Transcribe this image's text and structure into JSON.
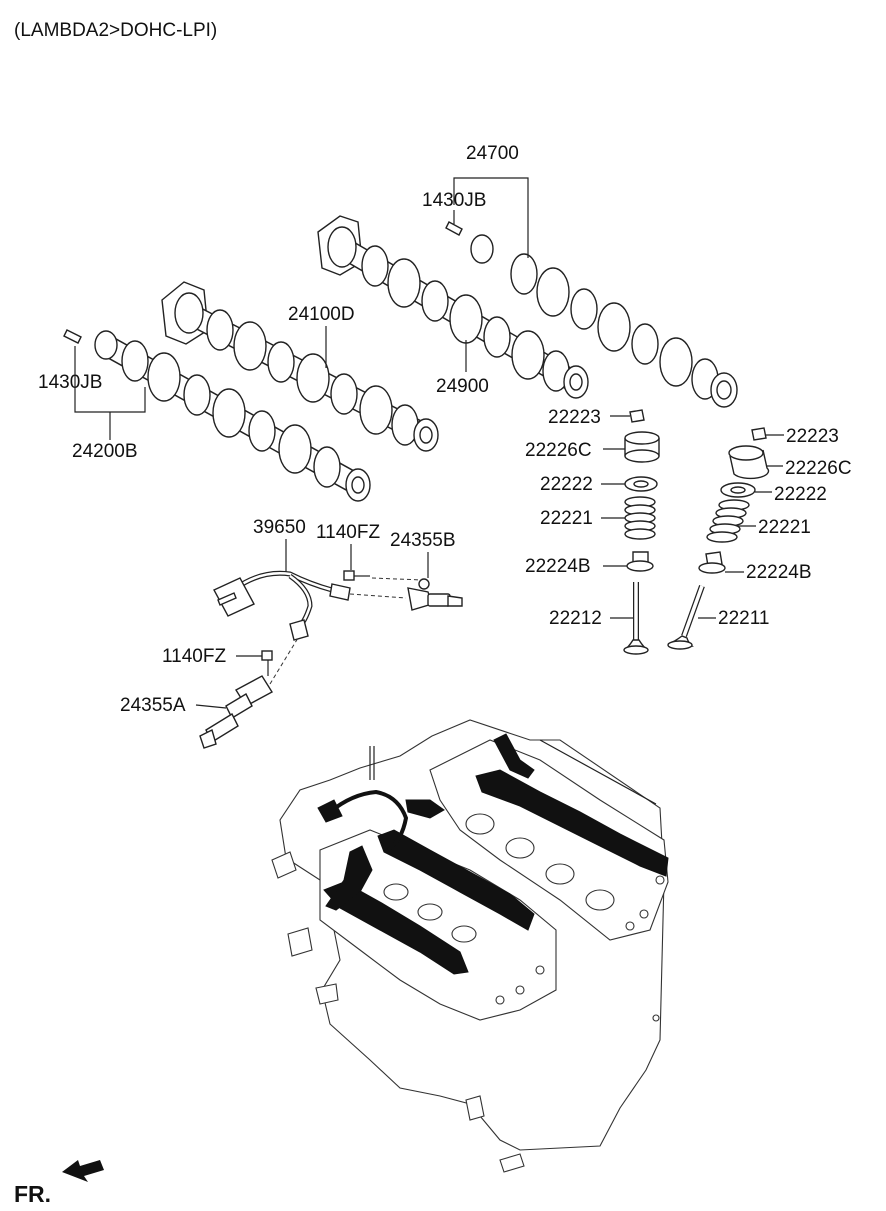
{
  "header": {
    "title": "(LAMBDA2>DOHC-LPI)"
  },
  "footer": {
    "direction_label": "FR."
  },
  "parts": {
    "p24700": "24700",
    "p1430jb_right": "1430JB",
    "p24100d": "24100D",
    "p24900": "24900",
    "p1430jb_left": "1430JB",
    "p24200b": "24200B",
    "p22223_left": "22223",
    "p22226c_left": "22226C",
    "p22222_left": "22222",
    "p22221_left": "22221",
    "p22224b_left": "22224B",
    "p22212": "22212",
    "p22223_right": "22223",
    "p22226c_right": "22226C",
    "p22222_right": "22222",
    "p22221_right": "22221",
    "p22224b_right": "22224B",
    "p22211": "22211",
    "p39650": "39650",
    "p1140fz_top": "1140FZ",
    "p24355b": "24355B",
    "p1140fz_left": "1140FZ",
    "p24355a": "24355A"
  }
}
